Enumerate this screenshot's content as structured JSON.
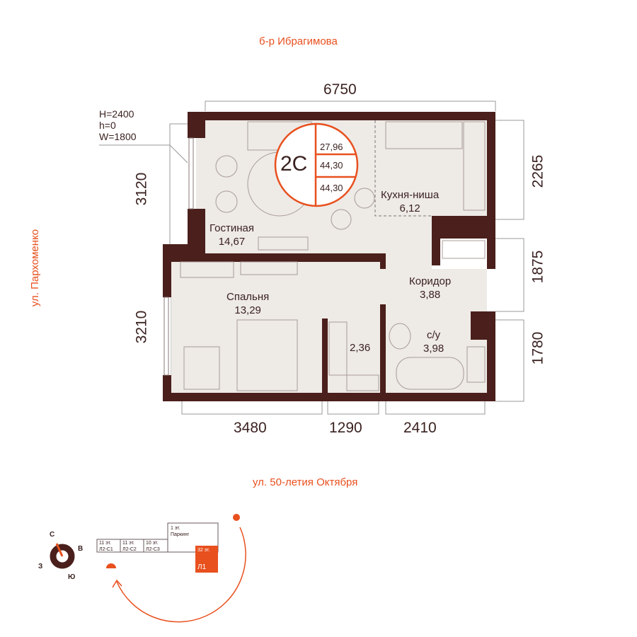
{
  "streets": {
    "north": "б-р Ибрагимова",
    "south": "ул. 50-летия Октября",
    "west": "ул. Пархоменко"
  },
  "dimensions": {
    "top": "6750",
    "left_upper": "3120",
    "left_lower": "3210",
    "right_upper": "2265",
    "right_middle": "1875",
    "right_lower": "1780",
    "bottom_left": "3480",
    "bottom_middle": "1290",
    "bottom_right": "2410"
  },
  "window_spec": {
    "h_big": "H=2400",
    "h_small": "h=0",
    "w": "W=1800"
  },
  "badge": {
    "type": "2С",
    "values": [
      "27,96",
      "44,30",
      "44,30"
    ]
  },
  "rooms": [
    {
      "name": "Гостиная",
      "area": "14,67"
    },
    {
      "name": "Кухня-ниша",
      "area": "6,12"
    },
    {
      "name": "Спальня",
      "area": "13,29"
    },
    {
      "name": "Коридор",
      "area": "3,88"
    },
    {
      "name": "",
      "area": "2,36"
    },
    {
      "name": "с/у",
      "area": "3,98"
    }
  ],
  "compass": {
    "n": "С",
    "e": "В",
    "s": "Ю",
    "w": "З"
  },
  "buildings": [
    {
      "floors": "11 эт.",
      "name": "Л2-С1"
    },
    {
      "floors": "11 эт.",
      "name": "Л2-С2"
    },
    {
      "floors": "10 эт.",
      "name": "Л2-С3"
    },
    {
      "floors": "1 эт.",
      "name": "Паркинг"
    },
    {
      "floors": "32 эт.",
      "name": "Л1"
    }
  ],
  "colors": {
    "wall": "#4a1f1c",
    "floor": "#eeeae6",
    "accent": "#e8501e"
  }
}
